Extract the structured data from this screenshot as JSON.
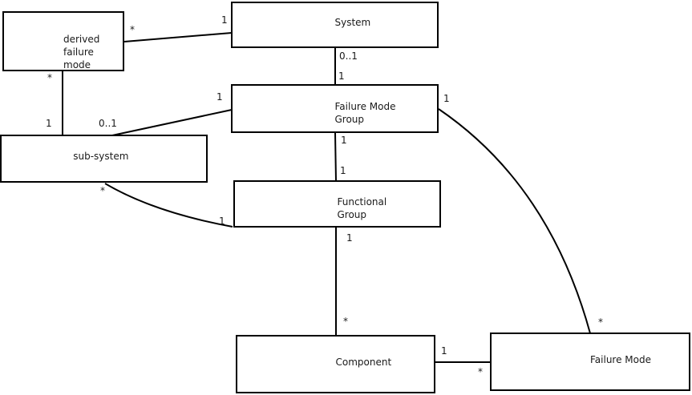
{
  "diagram_type": "uml-entity-relationship",
  "colors": {
    "stroke": "#000000",
    "background": "#ffffff",
    "text": "#1a1a1a"
  },
  "entities": {
    "derived_failure_mode": {
      "lines": [
        "derived",
        "failure",
        "mode"
      ]
    },
    "system": {
      "lines": [
        "System"
      ]
    },
    "failure_mode_group": {
      "lines": [
        "Failure Mode",
        "Group"
      ]
    },
    "sub_system": {
      "lines": [
        "sub-system"
      ]
    },
    "functional_group": {
      "lines": [
        "Functional",
        "Group"
      ]
    },
    "component": {
      "lines": [
        "Component"
      ]
    },
    "failure_mode": {
      "lines": [
        "Failure Mode"
      ]
    }
  },
  "connections": [
    {
      "from": "System",
      "to": "derived failure mode",
      "source_label": "1",
      "target_label": "*"
    },
    {
      "from": "System",
      "to": "Failure Mode Group",
      "source_label": "0..1",
      "target_label": "1"
    },
    {
      "from": "derived failure mode",
      "to": "sub-system",
      "source_label": "*",
      "target_label": "1"
    },
    {
      "from": "Failure Mode Group",
      "to": "sub-system",
      "source_label": "1",
      "target_label": "0..1"
    },
    {
      "from": "Failure Mode Group",
      "to": "Functional Group",
      "source_label": "1",
      "target_label": "1"
    },
    {
      "from": "Functional Group",
      "to": "Component",
      "source_label": "1",
      "target_label": "*"
    },
    {
      "from": "sub-system",
      "to": "Functional Group",
      "source_label": "*",
      "target_label": "1"
    },
    {
      "from": "Failure Mode Group",
      "to": "Failure Mode",
      "source_label": "1",
      "target_label": "*"
    },
    {
      "from": "Component",
      "to": "Failure Mode",
      "source_label": "1",
      "target_label": "*"
    }
  ]
}
